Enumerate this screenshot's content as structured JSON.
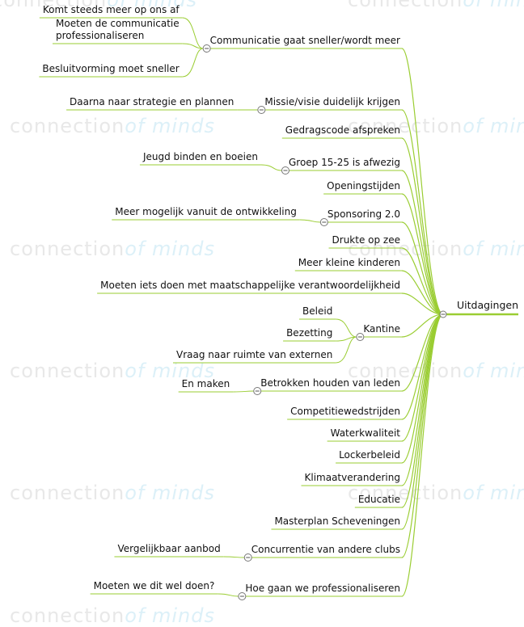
{
  "watermark": {
    "part1": "connection",
    "part2": "of minds"
  },
  "mindmap": {
    "root": "Uitdagingen",
    "branches": [
      {
        "label": "Communicatie gaat sneller/wordt meer",
        "children": [
          {
            "label": "Komt steeds meer op ons af"
          },
          {
            "label": "Moeten de communicatie",
            "label2": "professionaliseren"
          },
          {
            "label": "Besluitvorming moet sneller"
          }
        ]
      },
      {
        "label": "Missie/visie duidelijk krijgen",
        "children": [
          {
            "label": "Daarna naar strategie en plannen"
          }
        ]
      },
      {
        "label": "Gedragscode afspreken"
      },
      {
        "label": "Groep 15-25 is afwezig",
        "children": [
          {
            "label": "Jeugd binden en boeien"
          }
        ]
      },
      {
        "label": "Openingstijden"
      },
      {
        "label": "Sponsoring 2.0",
        "children": [
          {
            "label": "Meer mogelijk vanuit de ontwikkeling"
          }
        ]
      },
      {
        "label": "Drukte op zee"
      },
      {
        "label": "Meer kleine kinderen"
      },
      {
        "label": "Moeten iets doen met maatschappelijke verantwoordelijkheid"
      },
      {
        "label": "Kantine",
        "children": [
          {
            "label": "Beleid"
          },
          {
            "label": "Bezetting"
          },
          {
            "label": "Vraag naar ruimte van externen"
          }
        ]
      },
      {
        "label": "Betrokken houden van leden",
        "children": [
          {
            "label": "En maken"
          }
        ]
      },
      {
        "label": "Competitiewedstrijden"
      },
      {
        "label": "Waterkwaliteit"
      },
      {
        "label": "Lockerbeleid"
      },
      {
        "label": "Klimaatverandering"
      },
      {
        "label": "Educatie"
      },
      {
        "label": "Masterplan Scheveningen"
      },
      {
        "label": "Concurrentie van andere clubs",
        "children": [
          {
            "label": "Vergelijkbaar aanbod"
          }
        ]
      },
      {
        "label": "Hoe gaan we professionaliseren",
        "children": [
          {
            "label": "Moeten we dit wel doen?"
          }
        ]
      }
    ]
  }
}
